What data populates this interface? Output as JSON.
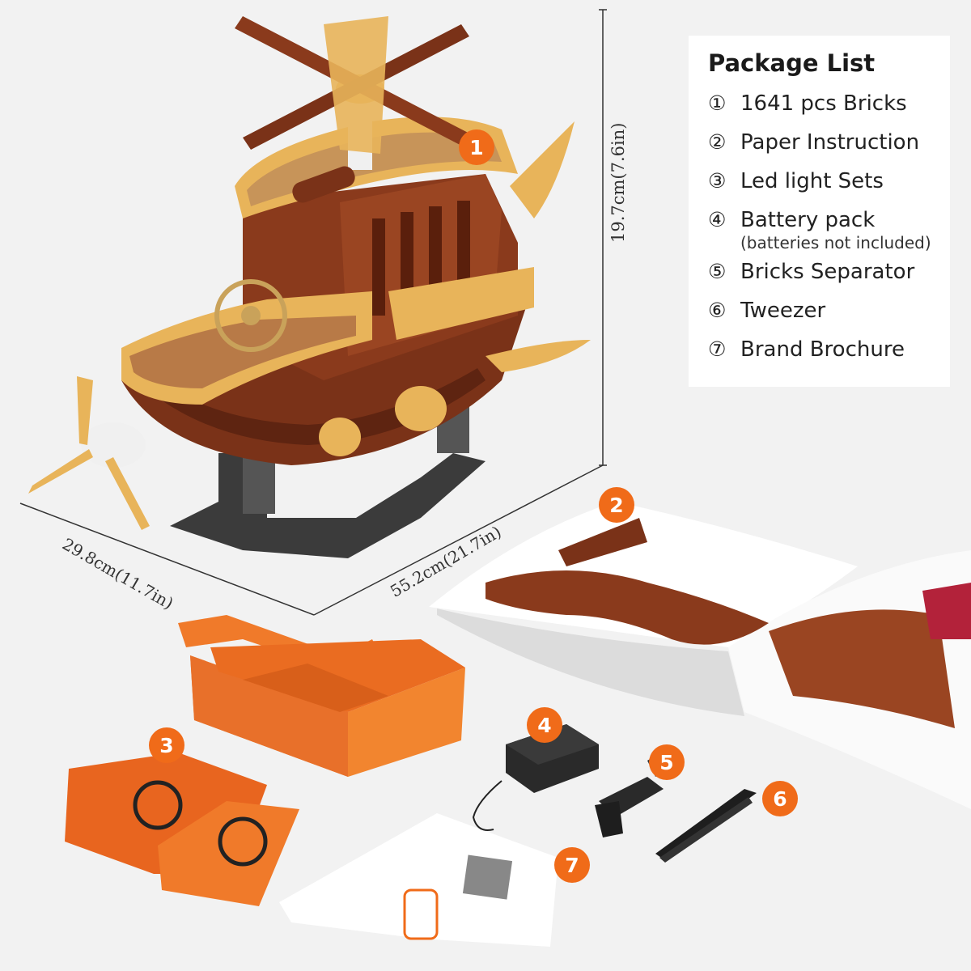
{
  "package_list": {
    "title": "Package List",
    "items": [
      {
        "num": "①",
        "label": "1641 pcs Bricks"
      },
      {
        "num": "②",
        "label": "Paper Instruction"
      },
      {
        "num": "③",
        "label": "Led light Sets"
      },
      {
        "num": "④",
        "label": "Battery pack",
        "note": "(batteries not included)"
      },
      {
        "num": "⑤",
        "label": "Bricks Separator"
      },
      {
        "num": "⑥",
        "label": "Tweezer"
      },
      {
        "num": "⑦",
        "label": "Brand Brochure"
      }
    ]
  },
  "dimensions": {
    "height": "19.7cm(7.6in)",
    "width": "29.8cm(11.7in)",
    "length": "55.2cm(21.7in)"
  },
  "badges": [
    "1",
    "2",
    "3",
    "4",
    "5",
    "6",
    "7"
  ],
  "colors": {
    "accent": "#f06b19",
    "background": "#f2f2f2",
    "brick_brown": "#7a3218",
    "brick_gold": "#e8b45a"
  }
}
